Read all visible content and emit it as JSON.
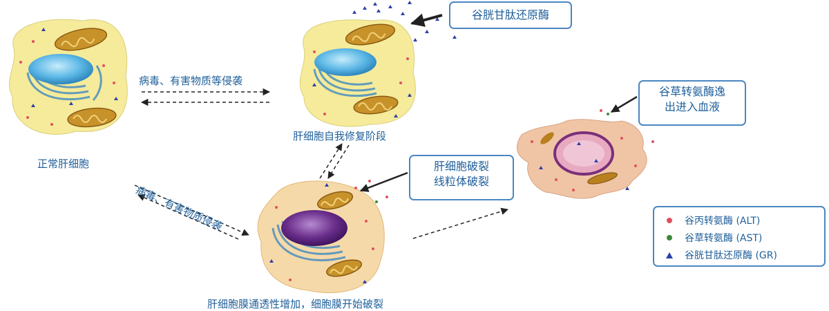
{
  "labels": {
    "normal_cell": "正常肝细胞",
    "repair_stage": "肝细胞自我修复阶段",
    "permeability": "肝细胞膜通透性增加，细胞膜开始破裂",
    "arrow_top_text": "病毒、有害物质等侵袭",
    "arrow_diag_text": "病毒、有害物质侵袭"
  },
  "callouts": {
    "gr": [
      "谷胱甘肽还原酶"
    ],
    "rupture": [
      "肝细胞破裂",
      "线粒体破裂"
    ],
    "ast": [
      "谷草转氨酶逸",
      "出进入血液"
    ]
  },
  "legend": {
    "items": [
      {
        "label": "谷丙转氨酶 (ALT)",
        "marker": "dot",
        "color": "#e05060"
      },
      {
        "label": "谷草转氨酶 (AST)",
        "marker": "dot",
        "color": "#3a8a3a"
      },
      {
        "label": "谷胱甘肽还原酶 (GR)",
        "marker": "triangle",
        "color": "#2f3fa8"
      }
    ]
  },
  "colors": {
    "text": "#1f5f9a",
    "border": "#4b86c0",
    "cell_fill": "#f5eb9a",
    "damaged_fill": "#f6d9a8",
    "ruptured_fill": "#f0c5a5",
    "nucleus": "#5db8e6",
    "nucleus_damaged": "#7a3e9a",
    "mitochondria": "#c8922a"
  }
}
